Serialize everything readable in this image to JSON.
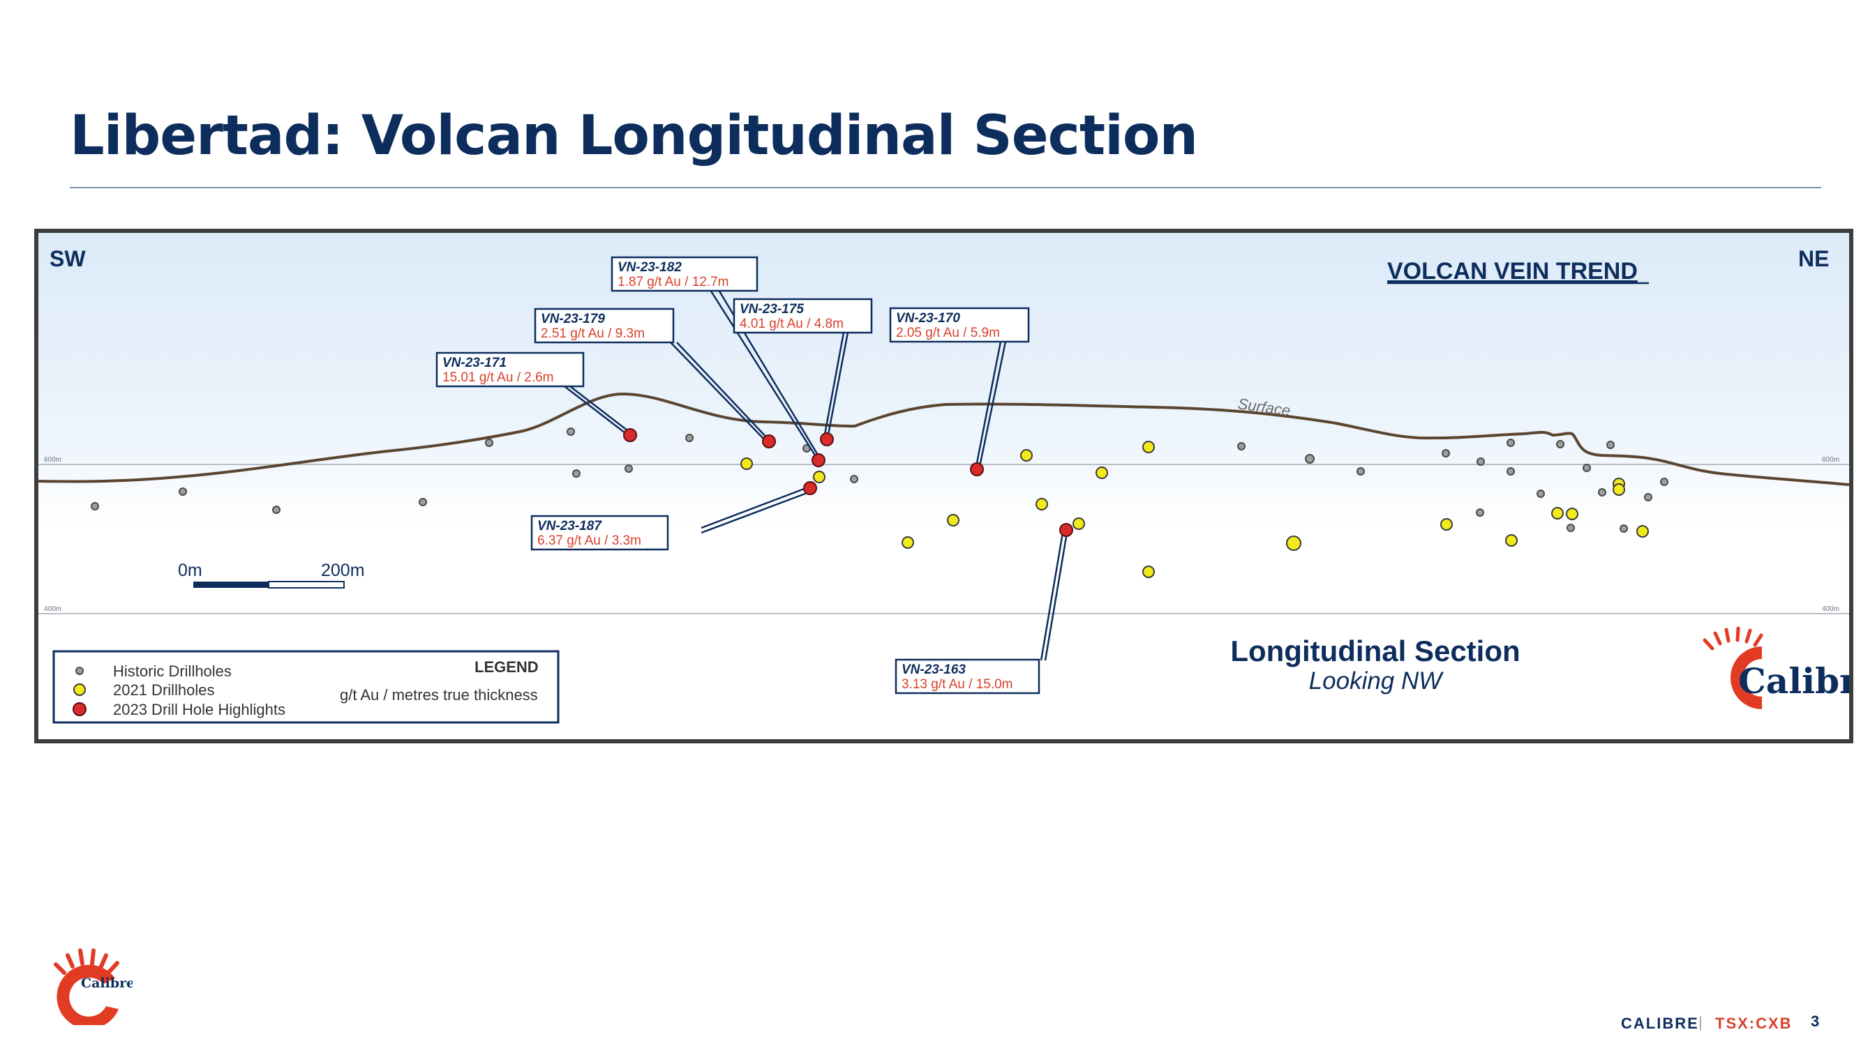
{
  "slide": {
    "title": "Libertad: Volcan Longitudinal Section",
    "footer": {
      "company": "CALIBRE",
      "separator": "|",
      "ticker": "TSX:CXB",
      "page": "3"
    }
  },
  "section": {
    "sw_label": "SW",
    "ne_label": "NE",
    "trend_label": "VOLCAN VEIN TREND",
    "surface_label": "Surface",
    "elevation_600_left": "600m",
    "elevation_600_right": "600m",
    "elevation_400_left": "400m",
    "elevation_400_right": "400m",
    "scale_start": "0m",
    "scale_end": "200m",
    "view_title": "Longitudinal Section",
    "view_subtitle": "Looking NW",
    "logo_text": "Calibre"
  },
  "legend": {
    "title": "LEGEND",
    "units": "g/t Au / metres true thickness",
    "items": [
      {
        "label": "Historic Drillholes",
        "color": "#9e9e9e"
      },
      {
        "label": "2021 Drillholes",
        "color": "#f2ea1a"
      },
      {
        "label": "2023 Drill Hole Highlights",
        "color": "#d92b2b"
      }
    ]
  },
  "highlights": [
    {
      "hole": "VN-23-182",
      "result": "1.87 g/t Au / 12.7m"
    },
    {
      "hole": "VN-23-179",
      "result": "2.51 g/t Au / 9.3m"
    },
    {
      "hole": "VN-23-175",
      "result": "4.01 g/t Au / 4.8m"
    },
    {
      "hole": "VN-23-170",
      "result": "2.05 g/t Au / 5.9m"
    },
    {
      "hole": "VN-23-171",
      "result": "15.01 g/t Au / 2.6m"
    },
    {
      "hole": "VN-23-187",
      "result": "6.37 g/t Au / 3.3m"
    },
    {
      "hole": "VN-23-163",
      "result": "3.13 g/t Au / 15.0m"
    }
  ],
  "colors": {
    "navy": "#0d2d5c",
    "callout_result": "#d9402b",
    "historic": "#9e9e9e",
    "drill_2021": "#f2ea1a",
    "drill_2023": "#d92b2b",
    "surface_line": "#5a4530",
    "logo_red": "#e23b24"
  }
}
